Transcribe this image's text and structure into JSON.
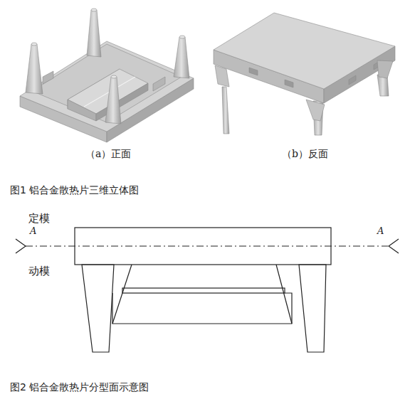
{
  "diagram": {
    "labels": [
      "（a）正面",
      "（b）反面",
      "图1 铝合金散热片三维立体图",
      "定模",
      "A",
      "A",
      "动模",
      "图2 铝合金散热片分型面示意图"
    ]
  }
}
